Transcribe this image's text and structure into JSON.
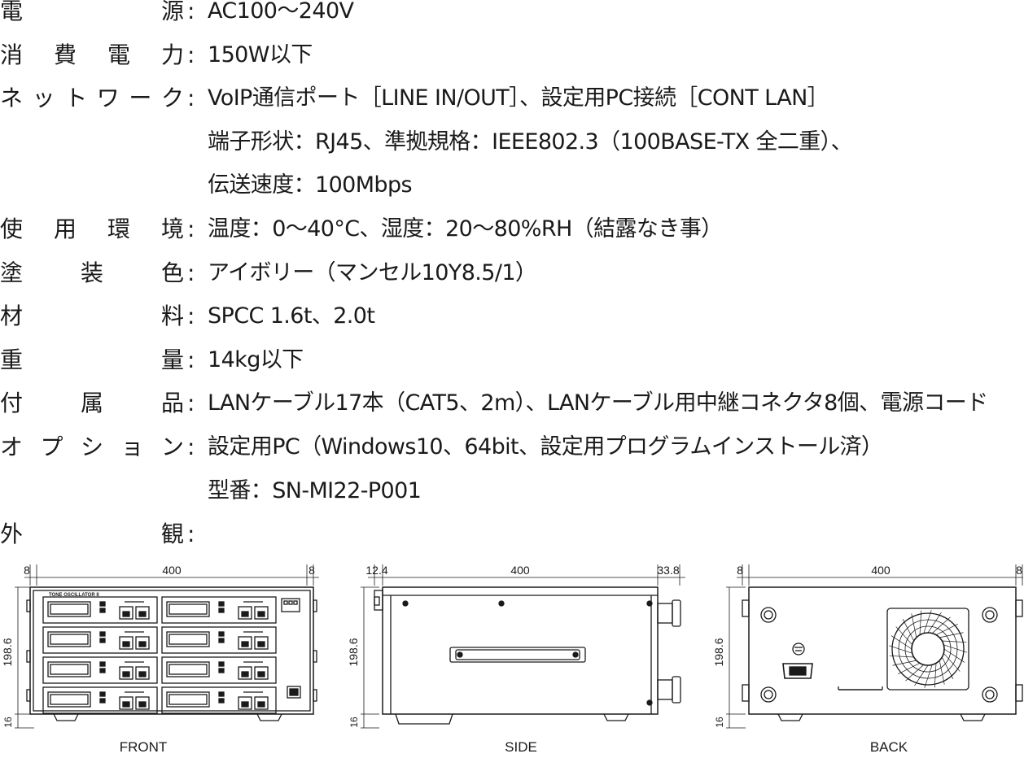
{
  "specs": [
    {
      "label": [
        "電",
        "源"
      ],
      "values": [
        "AC100〜240V"
      ]
    },
    {
      "label": [
        "消",
        "費",
        "電",
        "力"
      ],
      "values": [
        "150W以下"
      ]
    },
    {
      "label": [
        "ネ",
        "ッ",
        "ト",
        "ワ",
        "ー",
        "ク"
      ],
      "values": [
        "VoIP通信ポート［LINE IN/OUT］、設定用PC接続［CONT LAN］",
        "端子形状：RJ45、準拠規格：IEEE802.3（100BASE-TX 全二重）、",
        "伝送速度：100Mbps"
      ]
    },
    {
      "label": [
        "使",
        "用",
        "環",
        "境"
      ],
      "values": [
        "温度：0〜40°C、湿度：20〜80%RH（結露なき事）"
      ]
    },
    {
      "label": [
        "塗",
        "装",
        "色"
      ],
      "values": [
        "アイボリー（マンセル10Y8.5/1）"
      ]
    },
    {
      "label": [
        "材",
        "料"
      ],
      "values": [
        "SPCC 1.6t、2.0t"
      ]
    },
    {
      "label": [
        "重",
        "量"
      ],
      "values": [
        "14kg以下"
      ]
    },
    {
      "label": [
        "付",
        "属",
        "品"
      ],
      "values": [
        "LANケーブル17本（CAT5、2m）、LANケーブル用中継コネクタ8個、電源コード"
      ]
    },
    {
      "label": [
        "オ",
        "プ",
        "シ",
        "ョ",
        "ン"
      ],
      "values": [
        "設定用PC（Windows10、64bit、設定用プログラムインストール済）",
        "型番：SN-MI22-P001"
      ]
    },
    {
      "label": [
        "外",
        "観"
      ],
      "values": []
    }
  ],
  "colon": ":",
  "views": {
    "front": {
      "caption": "FRONT",
      "dims": {
        "left": "8",
        "width": "400",
        "right": "8",
        "height": "198.6",
        "foot": "16"
      },
      "panel_text": "TONE OSCILLATOR II"
    },
    "side": {
      "caption": "SIDE",
      "dims": {
        "left": "12.4",
        "width": "400",
        "right": "33.8",
        "height": "198.6",
        "foot": "16"
      }
    },
    "back": {
      "caption": "BACK",
      "dims": {
        "left": "8",
        "width": "400",
        "right": "8",
        "height": "198.6",
        "foot": "16"
      }
    }
  }
}
